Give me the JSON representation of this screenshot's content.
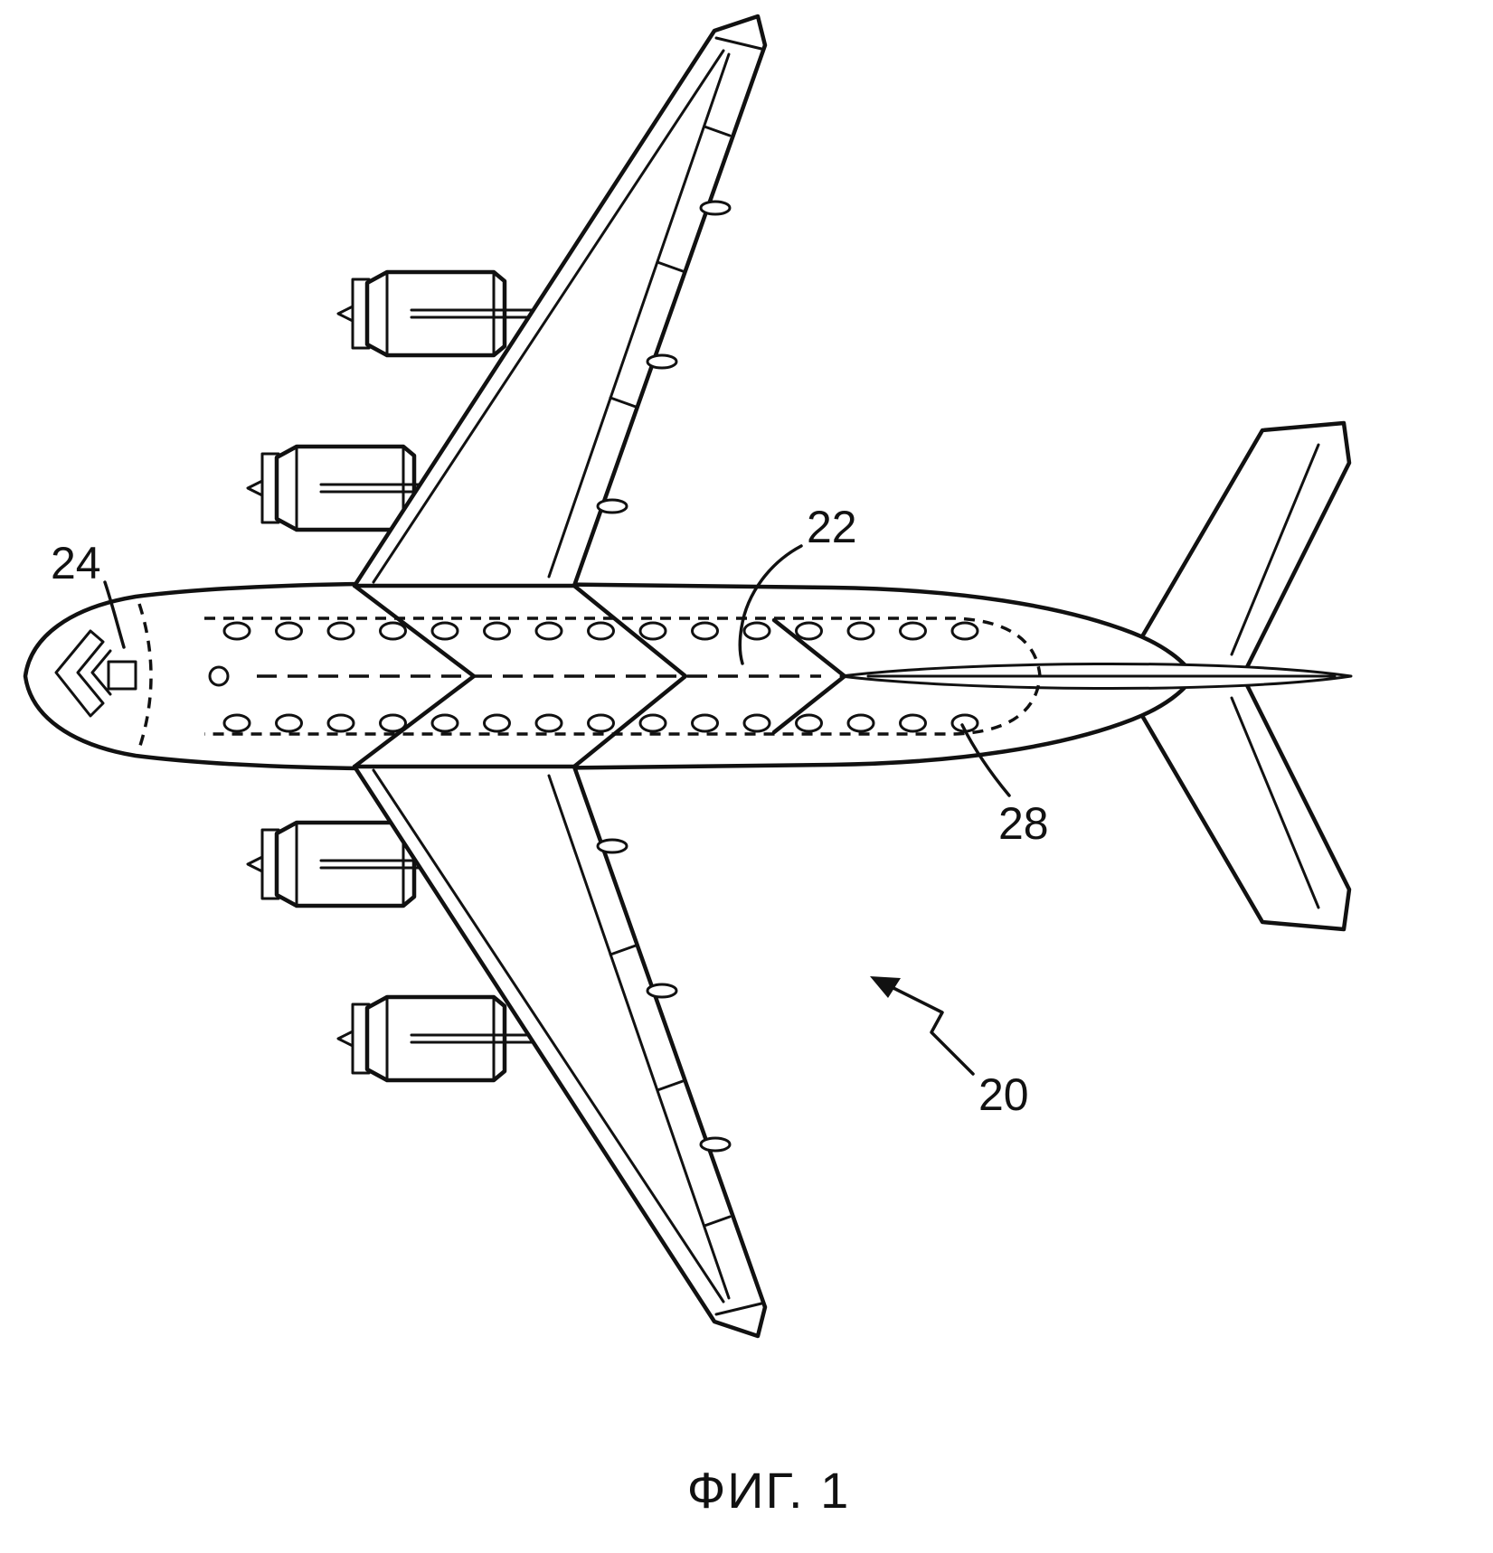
{
  "figure": {
    "caption": "ФИГ. 1",
    "labels": {
      "aircraft_ref": "20",
      "fuselage_ref": "22",
      "nose_ref": "24",
      "window_ref": "28"
    },
    "windows": {
      "rows": 2,
      "per_row": 15
    }
  },
  "colors": {
    "ink": "#111111",
    "paper": "#ffffff"
  }
}
